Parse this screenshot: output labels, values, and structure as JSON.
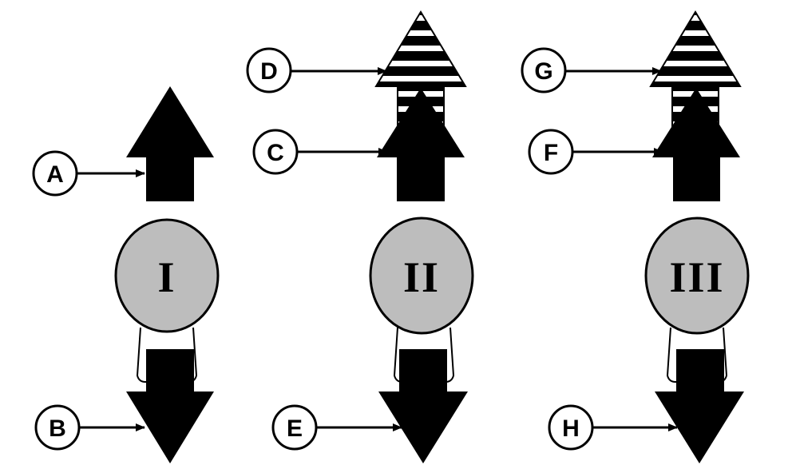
{
  "colors": {
    "arrow": "#000000",
    "body": "#bdbdbd",
    "outline": "#000000",
    "stripe": "#ffffff",
    "background": "#ffffff"
  },
  "groups": [
    {
      "roman": "I",
      "arrows": [
        {
          "label": "A",
          "direction": "up",
          "striped": false
        },
        {
          "label": "B",
          "direction": "down",
          "striped": false
        }
      ]
    },
    {
      "roman": "II",
      "arrows": [
        {
          "label": "D",
          "direction": "up",
          "striped": true
        },
        {
          "label": "C",
          "direction": "up",
          "striped": false
        },
        {
          "label": "E",
          "direction": "down",
          "striped": false
        }
      ]
    },
    {
      "roman": "III",
      "arrows": [
        {
          "label": "G",
          "direction": "up",
          "striped": true
        },
        {
          "label": "F",
          "direction": "up",
          "striped": false
        },
        {
          "label": "H",
          "direction": "down",
          "striped": false
        }
      ]
    }
  ]
}
